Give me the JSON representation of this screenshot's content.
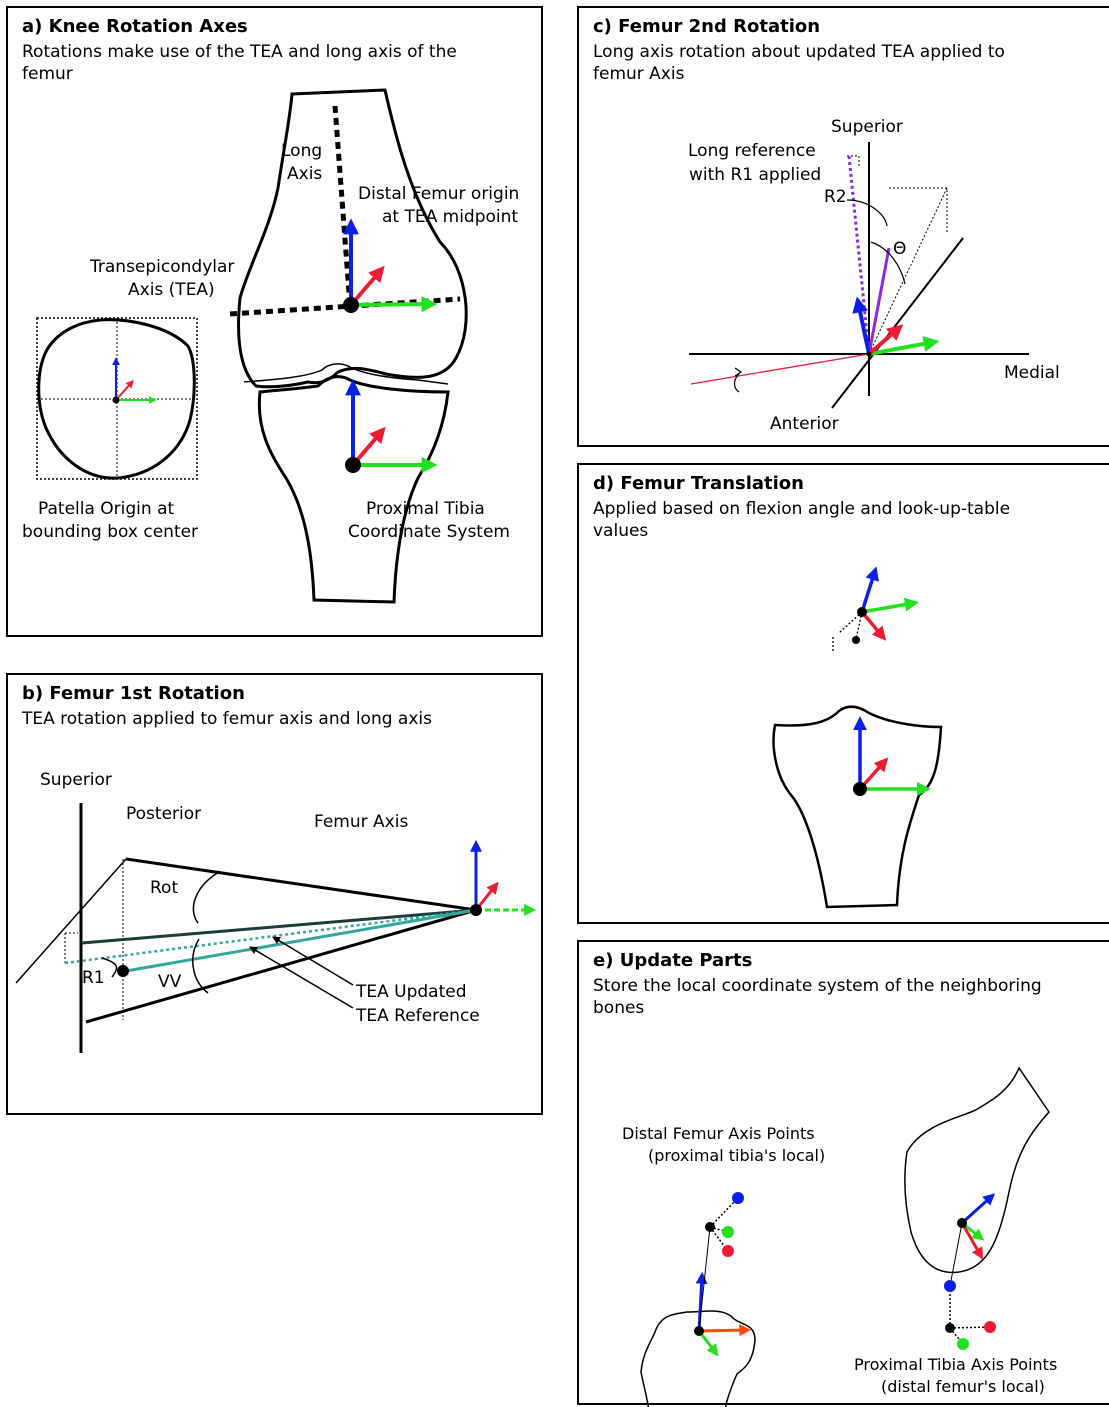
{
  "colors": {
    "z_axis": "#0a1fe8",
    "x_axis": "#22e11f",
    "y_axis": "#ee1c33",
    "orange_axis": "#ff4a10",
    "teal": "#33a89e",
    "dark_teal": "#1c3e3b",
    "purple": "#8a2be2",
    "outline": "#000000"
  },
  "panel_a": {
    "title": "a) Knee Rotation Axes",
    "subtitle_1": "Rotations make use of the TEA and long axis of the",
    "subtitle_2": "femur",
    "long_axis_1": "Long",
    "long_axis_2": "Axis",
    "femur_origin_1": "Distal Femur origin",
    "femur_origin_2": "at TEA midpoint",
    "tea_1": "Transepicondylar",
    "tea_2": "Axis (TEA)",
    "patella_1": "Patella Origin at",
    "patella_2": "bounding box center",
    "tibia_1": "Proximal Tibia",
    "tibia_2": "Coordinate System"
  },
  "panel_b": {
    "title": "b) Femur 1st Rotation",
    "subtitle": "TEA rotation applied to femur axis and long axis",
    "superior": "Superior",
    "posterior": "Posterior",
    "femur_axis": "Femur Axis",
    "rot": "Rot",
    "r1": "R1",
    "vv": "VV",
    "tea_updated": "TEA Updated",
    "tea_reference": "TEA Reference"
  },
  "panel_c": {
    "title": "c) Femur 2nd Rotation",
    "subtitle_1": "Long axis rotation about updated TEA applied to",
    "subtitle_2": "femur Axis",
    "superior": "Superior",
    "long_ref_1": "Long reference",
    "long_ref_2": "with R1 applied",
    "r2": "R2",
    "theta": "Θ",
    "medial": "Medial",
    "anterior": "Anterior"
  },
  "panel_d": {
    "title": "d) Femur Translation",
    "subtitle_1": "Applied based on flexion angle and look-up-table",
    "subtitle_2": "values"
  },
  "panel_e": {
    "title": "e) Update Parts",
    "subtitle_1": "Store the local coordinate system of the neighboring",
    "subtitle_2": "bones",
    "femur_points_1": "Distal Femur Axis Points",
    "femur_points_2": "(proximal tibia's local)",
    "tibia_points_1": "Proximal Tibia Axis Points",
    "tibia_points_2": "(distal femur's local)"
  }
}
